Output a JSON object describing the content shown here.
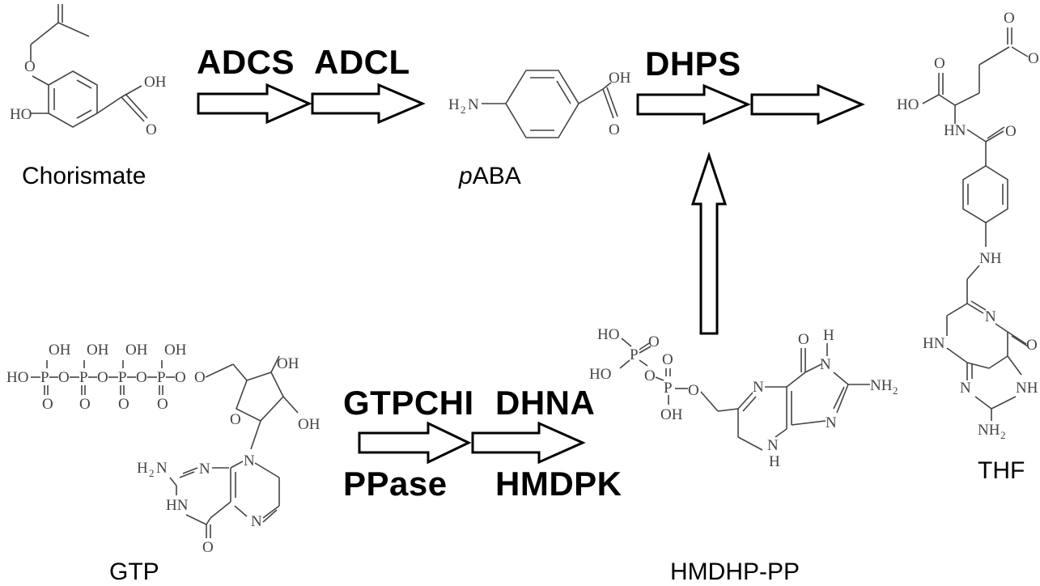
{
  "enzymes": {
    "adcs": "ADCS",
    "adcl": "ADCL",
    "dhps": "DHPS",
    "gtpchi": "GTPCHI",
    "dhna": "DHNA",
    "ppase": "PPase",
    "hmdpk": "HMDPK"
  },
  "compounds": {
    "chorismate": "Chorismate",
    "paba_italic": "p",
    "paba_rest": "ABA",
    "thf": "THF",
    "gtp": "GTP",
    "hmdhp_pp": "HMDHP-PP"
  },
  "atoms": {
    "oh": "OH",
    "ho": "HO",
    "o": "O",
    "p": "P",
    "n": "N",
    "h": "H",
    "nh": "NH",
    "hn": "HN",
    "h2n": "H",
    "nh2": "NH"
  }
}
